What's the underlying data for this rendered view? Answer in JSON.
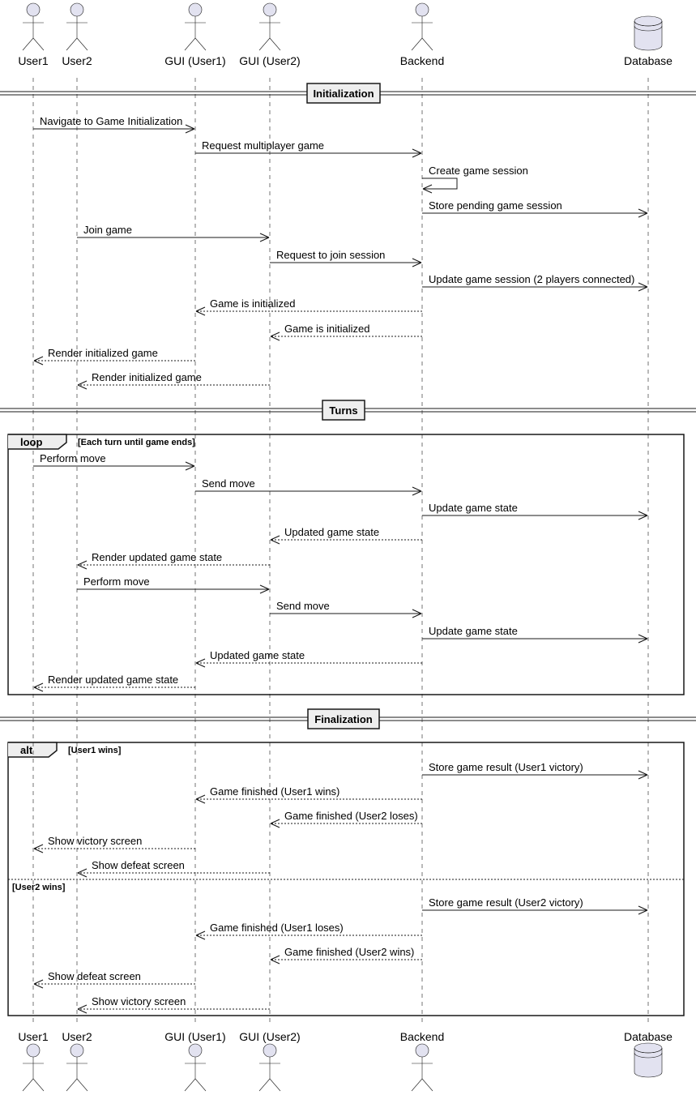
{
  "participants": [
    {
      "id": "user1",
      "label": "User1",
      "kind": "actor"
    },
    {
      "id": "user2",
      "label": "User2",
      "kind": "actor"
    },
    {
      "id": "gui1",
      "label": "GUI (User1)",
      "kind": "actor"
    },
    {
      "id": "gui2",
      "label": "GUI (User2)",
      "kind": "actor"
    },
    {
      "id": "backend",
      "label": "Backend",
      "kind": "actor"
    },
    {
      "id": "database",
      "label": "Database",
      "kind": "database"
    }
  ],
  "dividers": [
    "Initialization",
    "Turns",
    "Finalization"
  ],
  "fragments": {
    "loop": {
      "keyword": "loop",
      "guard": "[Each turn until game ends]"
    },
    "alt": {
      "keyword": "alt",
      "guard": "[User1 wins]",
      "else_guard": "[User2 wins]"
    }
  },
  "messages": [
    {
      "from": "user1",
      "to": "gui1",
      "label": "Navigate to Game Initialization",
      "dashed": false
    },
    {
      "from": "gui1",
      "to": "backend",
      "label": "Request multiplayer game",
      "dashed": false
    },
    {
      "from": "backend",
      "to": "backend",
      "label": "Create game session",
      "dashed": false
    },
    {
      "from": "backend",
      "to": "database",
      "label": "Store pending game session",
      "dashed": false
    },
    {
      "from": "user2",
      "to": "gui2",
      "label": "Join game",
      "dashed": false
    },
    {
      "from": "gui2",
      "to": "backend",
      "label": "Request to join session",
      "dashed": false
    },
    {
      "from": "backend",
      "to": "database",
      "label": "Update game session (2 players connected)",
      "dashed": false
    },
    {
      "from": "backend",
      "to": "gui1",
      "label": "Game is initialized",
      "dashed": true
    },
    {
      "from": "backend",
      "to": "gui2",
      "label": "Game is initialized",
      "dashed": true
    },
    {
      "from": "gui1",
      "to": "user1",
      "label": "Render initialized game",
      "dashed": true
    },
    {
      "from": "gui2",
      "to": "user2",
      "label": "Render initialized game",
      "dashed": true
    },
    {
      "from": "user1",
      "to": "gui1",
      "label": "Perform move",
      "dashed": false
    },
    {
      "from": "gui1",
      "to": "backend",
      "label": "Send move",
      "dashed": false
    },
    {
      "from": "backend",
      "to": "database",
      "label": "Update game state",
      "dashed": false
    },
    {
      "from": "backend",
      "to": "gui2",
      "label": "Updated game state",
      "dashed": true
    },
    {
      "from": "gui2",
      "to": "user2",
      "label": "Render updated game state",
      "dashed": true
    },
    {
      "from": "user2",
      "to": "gui2",
      "label": "Perform move",
      "dashed": false
    },
    {
      "from": "gui2",
      "to": "backend",
      "label": "Send move",
      "dashed": false
    },
    {
      "from": "backend",
      "to": "database",
      "label": "Update game state",
      "dashed": false
    },
    {
      "from": "backend",
      "to": "gui1",
      "label": "Updated game state",
      "dashed": true
    },
    {
      "from": "gui1",
      "to": "user1",
      "label": "Render updated game state",
      "dashed": true
    },
    {
      "from": "backend",
      "to": "database",
      "label": "Store game result (User1 victory)",
      "dashed": false
    },
    {
      "from": "backend",
      "to": "gui1",
      "label": "Game finished (User1 wins)",
      "dashed": true
    },
    {
      "from": "backend",
      "to": "gui2",
      "label": "Game finished (User2 loses)",
      "dashed": true
    },
    {
      "from": "gui1",
      "to": "user1",
      "label": "Show victory screen",
      "dashed": true
    },
    {
      "from": "gui2",
      "to": "user2",
      "label": "Show defeat screen",
      "dashed": true
    },
    {
      "from": "backend",
      "to": "database",
      "label": "Store game result (User2 victory)",
      "dashed": false
    },
    {
      "from": "backend",
      "to": "gui1",
      "label": "Game finished (User1 loses)",
      "dashed": true
    },
    {
      "from": "backend",
      "to": "gui2",
      "label": "Game finished (User2 wins)",
      "dashed": true
    },
    {
      "from": "gui1",
      "to": "user1",
      "label": "Show defeat screen",
      "dashed": true
    },
    {
      "from": "gui2",
      "to": "user2",
      "label": "Show victory screen",
      "dashed": true
    }
  ]
}
